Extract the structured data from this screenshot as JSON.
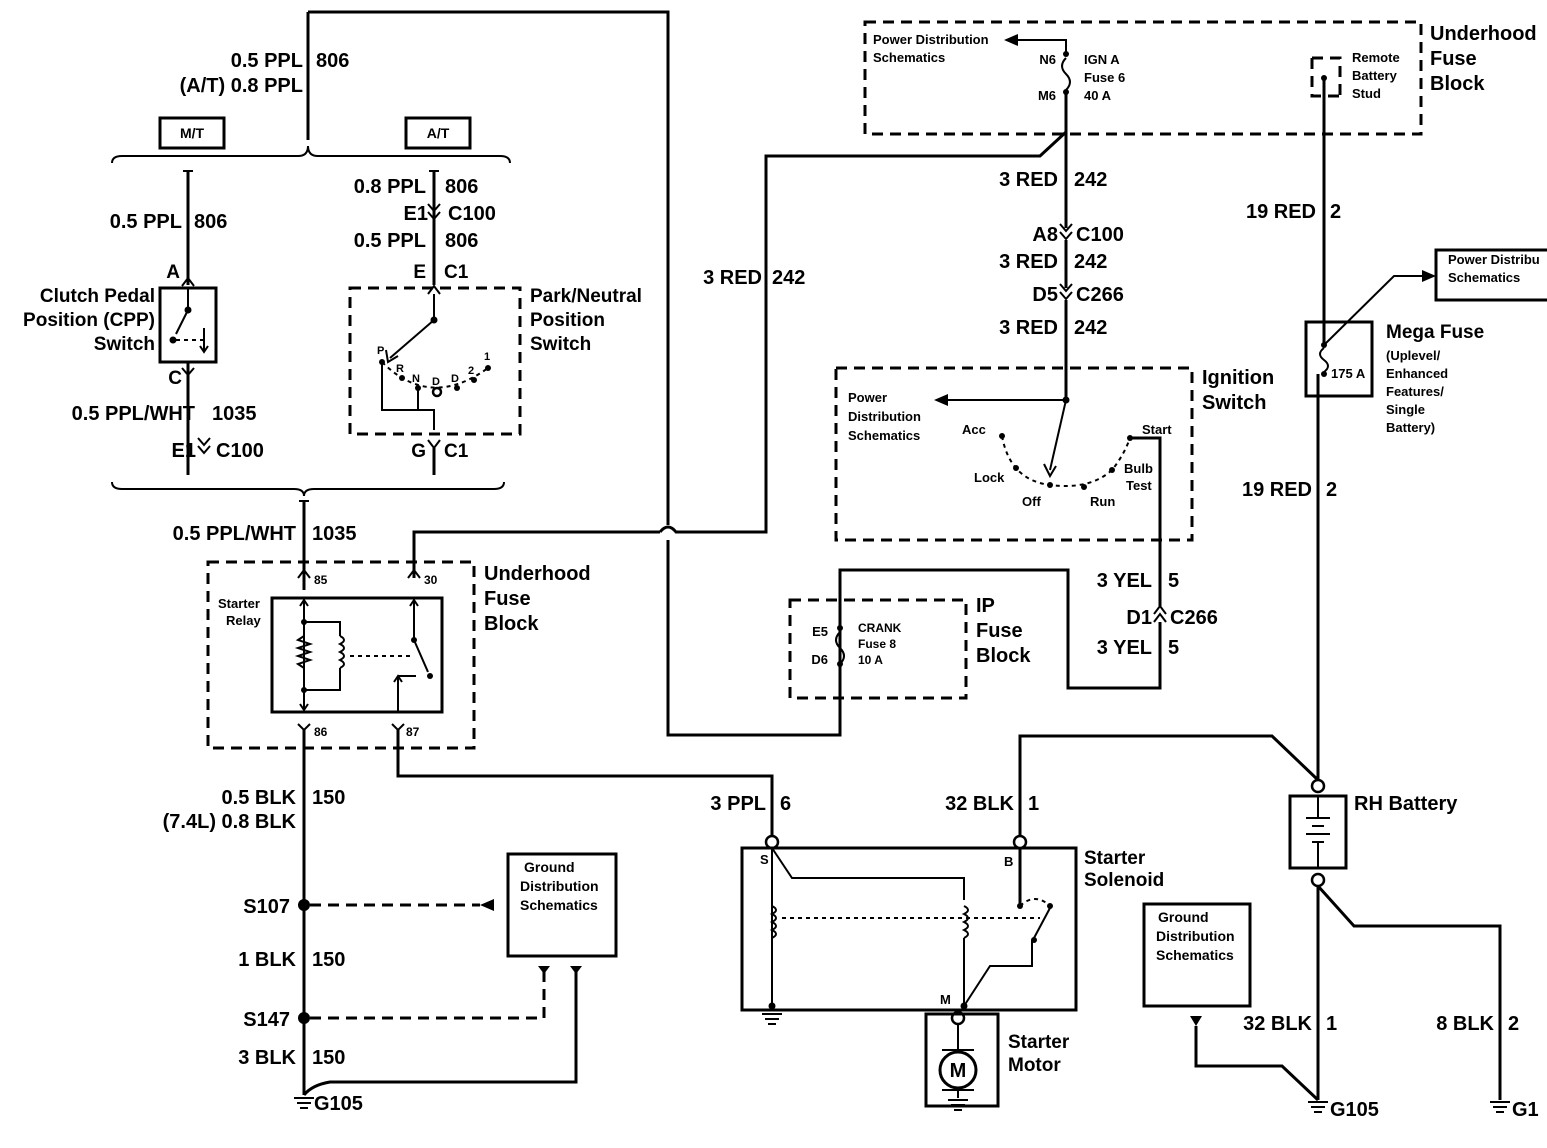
{
  "wires": {
    "ppl806_top": "0.5 PPL",
    "ppl806_top_circuit": "806",
    "ppl806_at": "(A/T) 0.8 PPL",
    "mt_label": "M/T",
    "at_label": "A/T",
    "at_08ppl": "0.8 PPL",
    "at_08ppl_circuit": "806",
    "at_e1_c100": "E1",
    "at_c100": "C100",
    "at_05ppl": "0.5 PPL",
    "at_05ppl_circuit": "806",
    "mt_05ppl": "0.5 PPL",
    "mt_05ppl_circuit": "806",
    "cpp_pin_a": "A",
    "cpp_pin_c": "C",
    "pnp_pin_e": "E",
    "pnp_c1_top": "C1",
    "pnp_pin_g": "G",
    "pnp_c1_bottom": "C1",
    "wht1035_a": "0.5 PPL/WHT",
    "wht1035_a_circuit": "1035",
    "e1_c100_b": "E1",
    "c100_b": "C100",
    "wht1035_b": "0.5 PPL/WHT",
    "wht1035_b_circuit": "1035",
    "red242_left": "3 RED",
    "red242_left_circuit": "242",
    "red242_1": "3 RED",
    "red242_1_circuit": "242",
    "a8": "A8",
    "c100_c": "C100",
    "red242_2": "3 RED",
    "red242_2_circuit": "242",
    "d5": "D5",
    "c266_a": "C266",
    "red242_3": "3 RED",
    "red242_3_circuit": "242",
    "red2_a": "19 RED",
    "red2_a_circuit": "2",
    "red2_b": "19 RED",
    "red2_b_circuit": "2",
    "yel5_a": "3 YEL",
    "yel5_a_circuit": "5",
    "d1": "D1",
    "c266_b": "C266",
    "yel5_b": "3 YEL",
    "yel5_b_circuit": "5",
    "blk150_a": "0.5 BLK",
    "blk150_a_circuit": "150",
    "blk150_74": "(7.4L) 0.8 BLK",
    "s107": "S107",
    "blk150_b": "1 BLK",
    "blk150_b_circuit": "150",
    "s147": "S147",
    "blk150_c": "3 BLK",
    "blk150_c_circuit": "150",
    "g105_left": "G105",
    "ppl6": "3 PPL",
    "ppl6_circuit": "6",
    "blk1_top": "32 BLK",
    "blk1_top_circuit": "1",
    "blk1_bottom": "32 BLK",
    "blk1_bottom_circuit": "1",
    "blk2": "8 BLK",
    "blk2_circuit": "2",
    "g105_right": "G105",
    "g1_cut": "G1"
  },
  "components": {
    "cpp_switch": [
      "Clutch Pedal",
      "Position (CPP)",
      "Switch"
    ],
    "pnp_switch": [
      "Park/Neutral",
      "Position",
      "Switch"
    ],
    "pnp_positions": [
      "P",
      "R",
      "N",
      "D",
      "D",
      "2",
      "1"
    ],
    "underhood_fuse_block_left": [
      "Underhood",
      "Fuse",
      "Block"
    ],
    "starter_relay": [
      "Starter",
      "Relay"
    ],
    "relay_pins": [
      "85",
      "30",
      "86",
      "87"
    ],
    "underhood_fuse_block_top": [
      "Underhood",
      "Fuse",
      "Block"
    ],
    "power_dist_top": [
      "Power Distribution",
      "Schematics"
    ],
    "fuse6": [
      "IGN A",
      "Fuse 6",
      "40 A"
    ],
    "fuse6_pins": [
      "N6",
      "M6"
    ],
    "remote_battery_stud": [
      "Remote",
      "Battery",
      "Stud"
    ],
    "power_dist_right": [
      "Power Distribu",
      "Schematics"
    ],
    "mega_fuse": [
      "Mega Fuse",
      "(Uplevel/",
      "Enhanced",
      "Features/",
      "Single",
      "Battery)"
    ],
    "mega_fuse_rating": "175 A",
    "ignition_switch": [
      "Ignition",
      "Switch"
    ],
    "power_dist_ign": [
      "Power",
      "Distribution",
      "Schematics"
    ],
    "ign_positions": [
      "Acc",
      "Lock",
      "Off",
      "Run",
      "Bulb",
      "Test",
      "Start"
    ],
    "ip_fuse_block": [
      "IP",
      "Fuse",
      "Block"
    ],
    "crank_fuse": [
      "CRANK",
      "Fuse 8",
      "10 A"
    ],
    "crank_pins": [
      "E5",
      "D6"
    ],
    "rh_battery": "RH Battery",
    "ground_dist_left": [
      "Ground",
      "Distribution",
      "Schematics"
    ],
    "ground_dist_right": [
      "Ground",
      "Distribution",
      "Schematics"
    ],
    "starter_solenoid": [
      "Starter",
      "Solenoid"
    ],
    "solenoid_pins": [
      "S",
      "B",
      "M"
    ],
    "starter_motor": [
      "Starter",
      "Motor"
    ],
    "motor_symbol": "M"
  }
}
